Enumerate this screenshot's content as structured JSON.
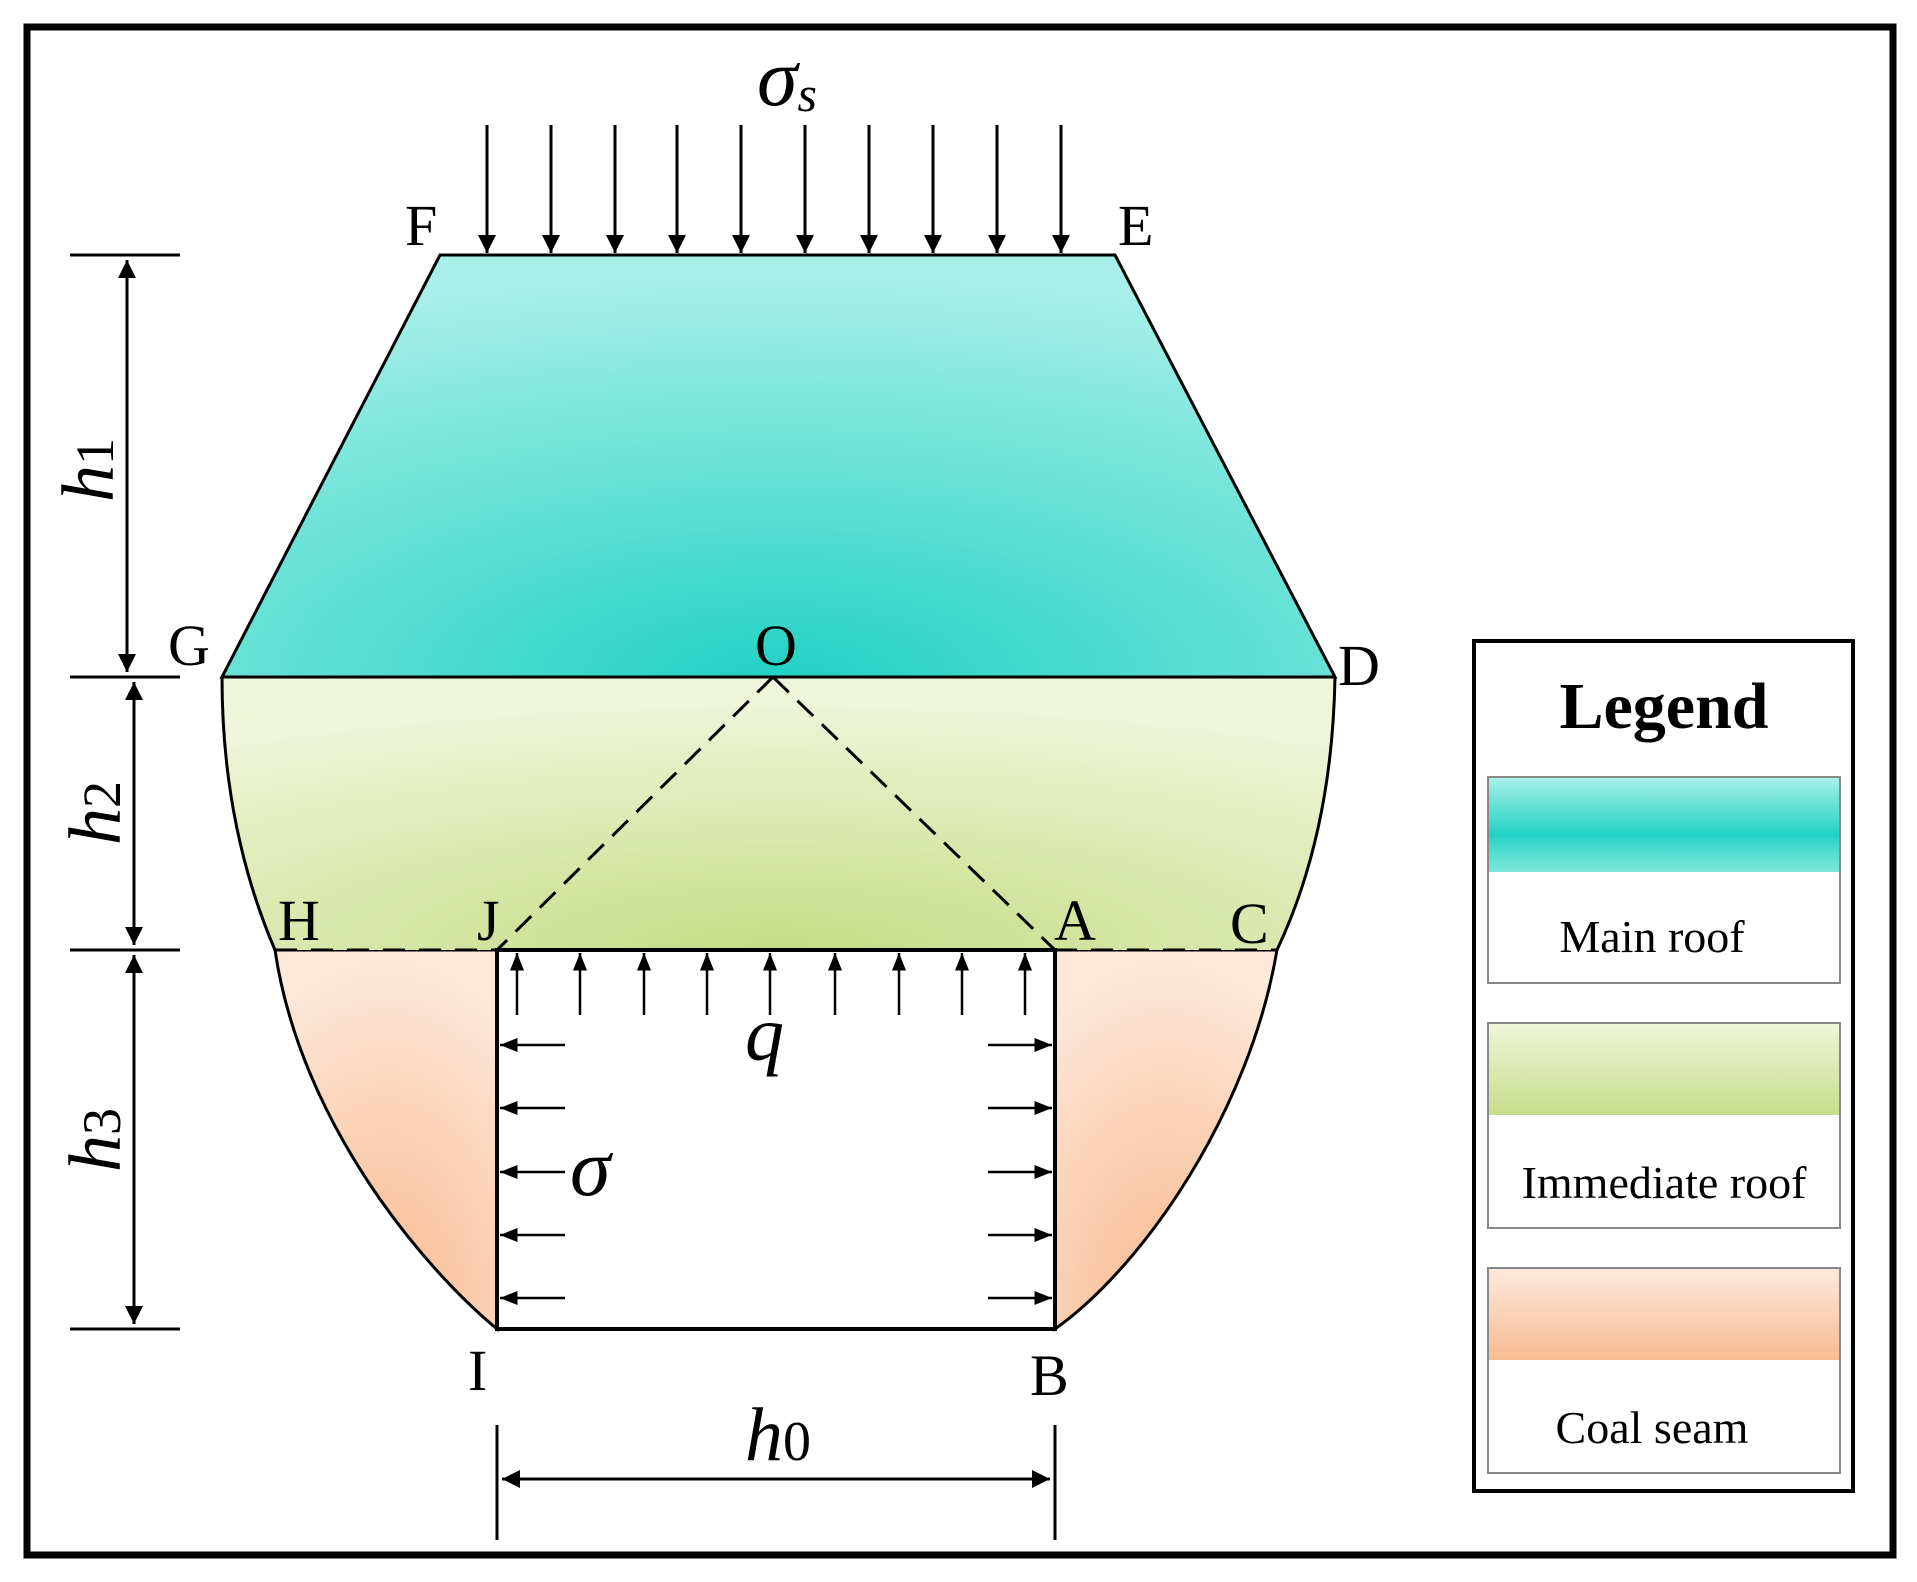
{
  "diagram": {
    "load_top": {
      "symbol": "σ",
      "subscript": "s"
    },
    "load_bottom": "q",
    "load_side": "σ",
    "points": {
      "F": "F",
      "E": "E",
      "G": "G",
      "O": "O",
      "D": "D",
      "H": "H",
      "J": "J",
      "A": "A",
      "C": "C",
      "I": "I",
      "B": "B"
    },
    "dimensions": {
      "h1": {
        "base": "h",
        "sub": "1"
      },
      "h2": {
        "base": "h",
        "sub": "2"
      },
      "h3": {
        "base": "h",
        "sub": "3"
      },
      "h0": {
        "base": "h",
        "sub": "0"
      }
    }
  },
  "legend": {
    "title": "Legend",
    "items": [
      {
        "label": "Main roof",
        "color": "#2fd6c8"
      },
      {
        "label": "Immediate roof",
        "color": "#c9dd8c"
      },
      {
        "label": "Coal seam",
        "color": "#f8bc92"
      }
    ]
  }
}
